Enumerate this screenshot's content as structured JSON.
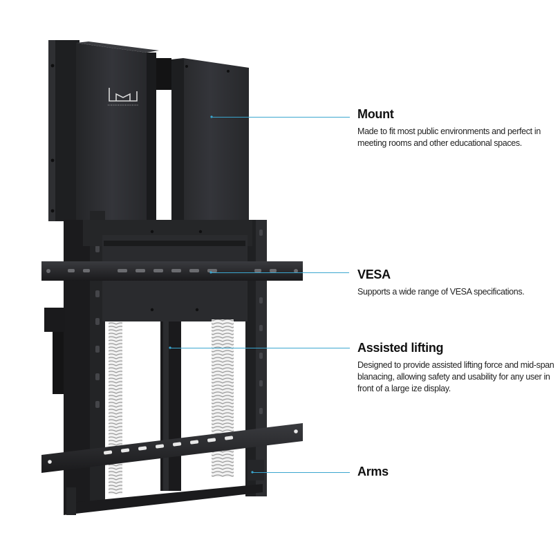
{
  "colors": {
    "accent": "#3aa6cf",
    "frame": "#1c1c1e",
    "panel": "#2b2c2e",
    "panel_light": "#3a3b3e",
    "spring": "#d8d8d8"
  },
  "logo": {
    "text": "LMJ",
    "icon": "brand-logo-icon"
  },
  "callouts": [
    {
      "title": "Mount",
      "description": "Made to fit most public environments and perfect in meeting rooms and other educational spaces."
    },
    {
      "title": "VESA",
      "description": "Supports a wide range of VESA specifications."
    },
    {
      "title": "Assisted lifting",
      "description": "Designed to provide assisted lifting force and mid-span blanacing, allowing safety and usability for any user in front of a large ize display."
    },
    {
      "title": "Arms",
      "description": ""
    }
  ]
}
